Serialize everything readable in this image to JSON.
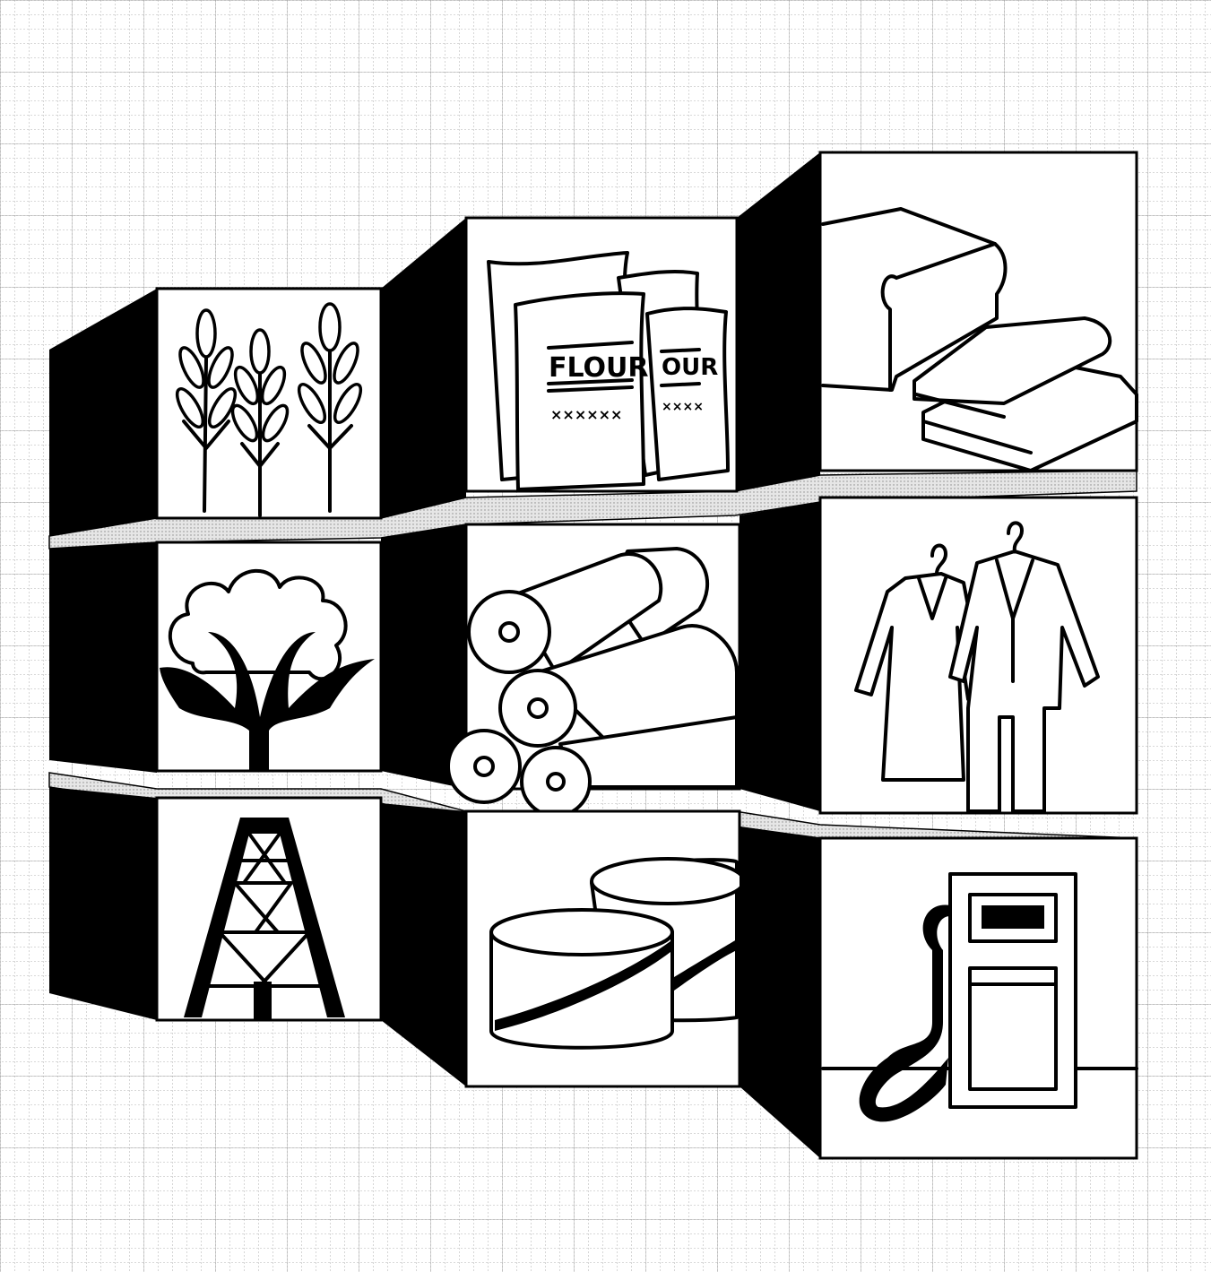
{
  "illustration": {
    "theme": "raw materials to finished products",
    "colors": {
      "ink": "#000000",
      "paper": "#ffffff",
      "grid": "#8a8a8a",
      "connector": "#cfcfcf"
    },
    "rows": [
      {
        "name": "grain",
        "stages": [
          {
            "icon": "wheat-icon"
          },
          {
            "icon": "flour-sacks-icon",
            "labels": [
              "FLOUR",
              "OUR"
            ],
            "marks": [
              "××××××",
              "××××"
            ]
          },
          {
            "icon": "bread-loaf-icon"
          }
        ]
      },
      {
        "name": "cotton",
        "stages": [
          {
            "icon": "cotton-boll-icon"
          },
          {
            "icon": "fabric-rolls-icon"
          },
          {
            "icon": "clothing-icon"
          }
        ]
      },
      {
        "name": "oil",
        "stages": [
          {
            "icon": "oil-derrick-icon"
          },
          {
            "icon": "storage-tanks-icon"
          },
          {
            "icon": "gas-pump-icon"
          }
        ]
      }
    ]
  }
}
